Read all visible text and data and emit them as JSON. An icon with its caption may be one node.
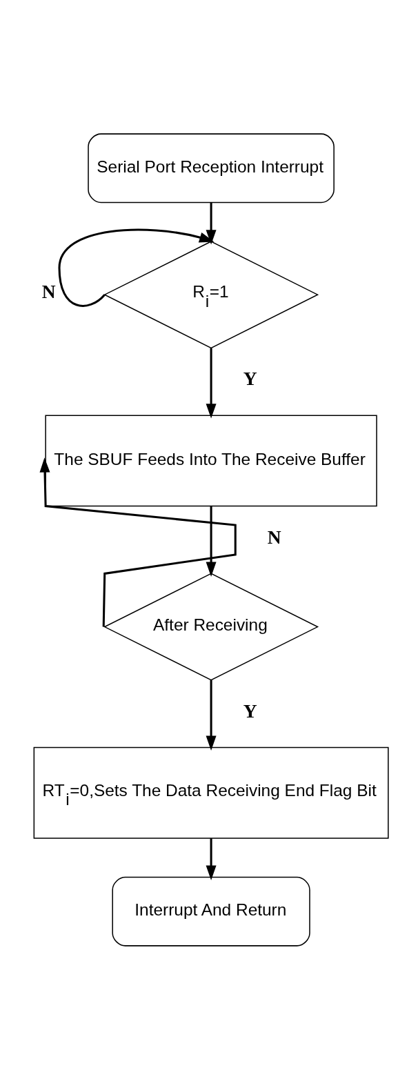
{
  "diagram": {
    "nodes": [
      {
        "text": [
          "Serial Port Reception Interrupt"
        ]
      },
      {
        "text": [
          "R$_{i}$=1"
        ]
      },
      {
        "text": [
          "The SBUF Feeds Into The Receive Buffer"
        ]
      },
      {
        "text": [
          "After Receiving"
        ]
      },
      {
        "text": [
          "RT$_{i}$=0,Sets The Data Receiving End Flag Bit"
        ]
      },
      {
        "text": [
          "Interrupt And Return"
        ]
      }
    ],
    "edges": [
      {
        "from": 0,
        "to": 1,
        "arrow": "to"
      },
      {
        "from": 1,
        "to": 1,
        "arrow": "to",
        "label": "N"
      },
      {
        "from": 1,
        "to": 2,
        "arrow": "to",
        "label": "Y"
      },
      {
        "from": 2,
        "to": 3,
        "arrow": "to"
      },
      {
        "from": 3,
        "to": 2,
        "arrow": "to",
        "label": "N"
      },
      {
        "from": 3,
        "to": 4,
        "arrow": "to",
        "label": "Y"
      },
      {
        "from": 4,
        "to": 5,
        "arrow": "to"
      }
    ]
  }
}
